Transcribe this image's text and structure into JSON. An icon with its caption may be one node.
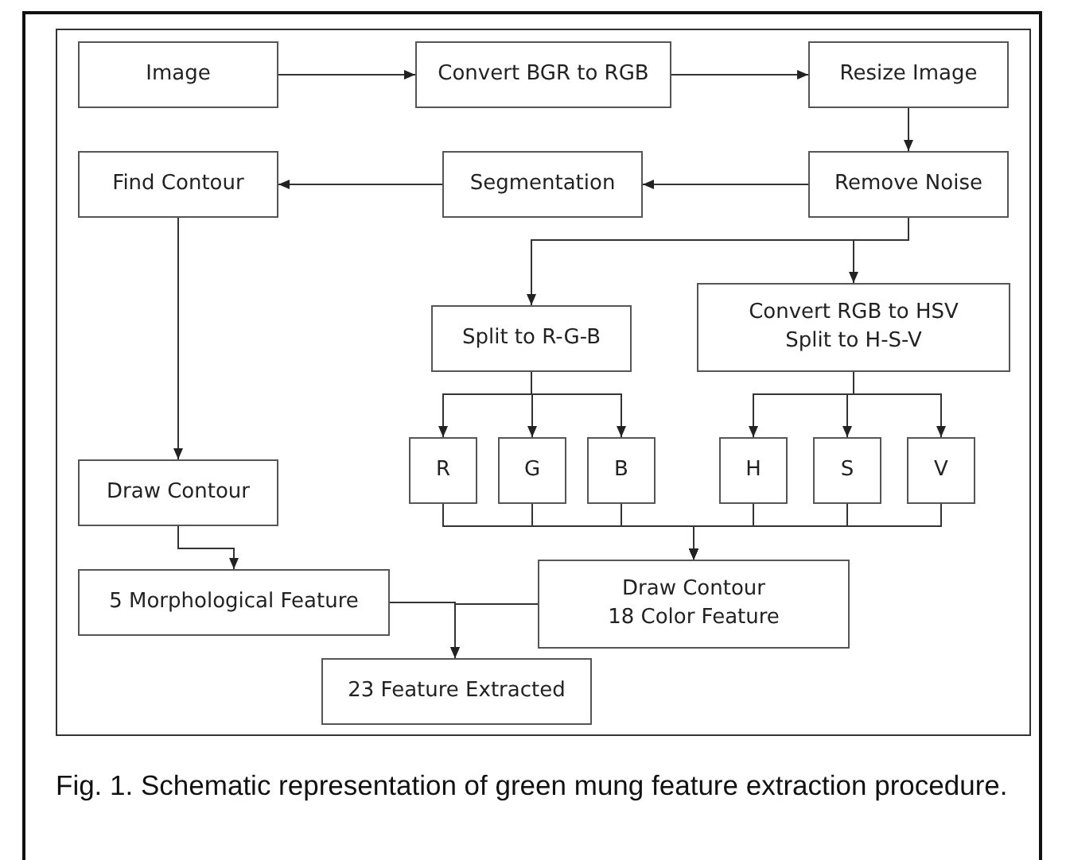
{
  "diagram": {
    "caption": "Fig. 1. Schematic representation of green mung feature extraction procedure.",
    "nodes": [
      {
        "text": [
          "Image"
        ]
      },
      {
        "text": [
          "Convert BGR to RGB"
        ]
      },
      {
        "text": [
          "Resize Image"
        ]
      },
      {
        "text": [
          "Find Contour"
        ]
      },
      {
        "text": [
          "Segmentation"
        ]
      },
      {
        "text": [
          "Remove Noise"
        ]
      },
      {
        "text": [
          "Split to R-G-B"
        ]
      },
      {
        "text": [
          "Convert RGB to HSV",
          "Split to H-S-V"
        ]
      },
      {
        "text": [
          "Draw Contour"
        ]
      },
      {
        "text": [
          "R"
        ]
      },
      {
        "text": [
          "G"
        ]
      },
      {
        "text": [
          "B"
        ]
      },
      {
        "text": [
          "H"
        ]
      },
      {
        "text": [
          "S"
        ]
      },
      {
        "text": [
          "V"
        ]
      },
      {
        "text": [
          "5 Morphological Feature"
        ]
      },
      {
        "text": [
          "Draw Contour",
          "18 Color Feature"
        ]
      },
      {
        "text": [
          "23 Feature Extracted"
        ]
      }
    ],
    "edges": [
      {
        "from": 0,
        "to": 1,
        "arrow": "to"
      },
      {
        "from": 1,
        "to": 2,
        "arrow": "to"
      },
      {
        "from": 2,
        "to": 5,
        "arrow": "to"
      },
      {
        "from": 5,
        "to": 4,
        "arrow": "to"
      },
      {
        "from": 4,
        "to": 3,
        "arrow": "to"
      },
      {
        "from": 5,
        "to": 6,
        "arrow": "to"
      },
      {
        "from": 5,
        "to": 7,
        "arrow": "to"
      },
      {
        "from": 3,
        "to": 8,
        "arrow": "to"
      },
      {
        "from": 6,
        "to": 9,
        "arrow": "to"
      },
      {
        "from": 6,
        "to": 10,
        "arrow": "to"
      },
      {
        "from": 6,
        "to": 11,
        "arrow": "to"
      },
      {
        "from": 7,
        "to": 12,
        "arrow": "to"
      },
      {
        "from": 7,
        "to": 13,
        "arrow": "to"
      },
      {
        "from": 7,
        "to": 14,
        "arrow": "to"
      },
      {
        "from": 9,
        "to": 16,
        "arrow": "to"
      },
      {
        "from": 10,
        "to": 16,
        "arrow": "to"
      },
      {
        "from": 11,
        "to": 16,
        "arrow": "to"
      },
      {
        "from": 12,
        "to": 16,
        "arrow": "to"
      },
      {
        "from": 13,
        "to": 16,
        "arrow": "to"
      },
      {
        "from": 14,
        "to": 16,
        "arrow": "to"
      },
      {
        "from": 8,
        "to": 15,
        "arrow": "to"
      },
      {
        "from": 15,
        "to": 17,
        "arrow": "to"
      },
      {
        "from": 16,
        "to": 17,
        "arrow": "to"
      }
    ]
  }
}
